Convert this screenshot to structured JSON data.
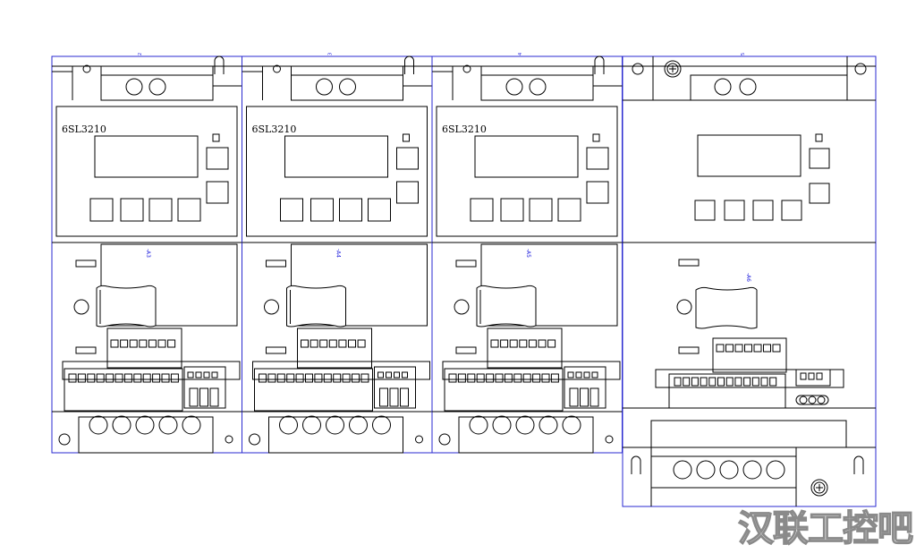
{
  "drawing": {
    "modules": [
      {
        "column_number": "2",
        "model_label": "6SL3210",
        "device_tag": "-A3"
      },
      {
        "column_number": "3",
        "model_label": "6SL3210",
        "device_tag": "-A4"
      },
      {
        "column_number": "4",
        "model_label": "6SL3210",
        "device_tag": "-A5"
      }
    ],
    "large_module": {
      "column_number": "5",
      "model_label": "",
      "device_tag": "-A6"
    },
    "colors": {
      "line": "#000000",
      "frame": "#2a2ad0",
      "tag": "#1a1adc"
    }
  },
  "watermark": {
    "text": "汉联工控吧"
  }
}
